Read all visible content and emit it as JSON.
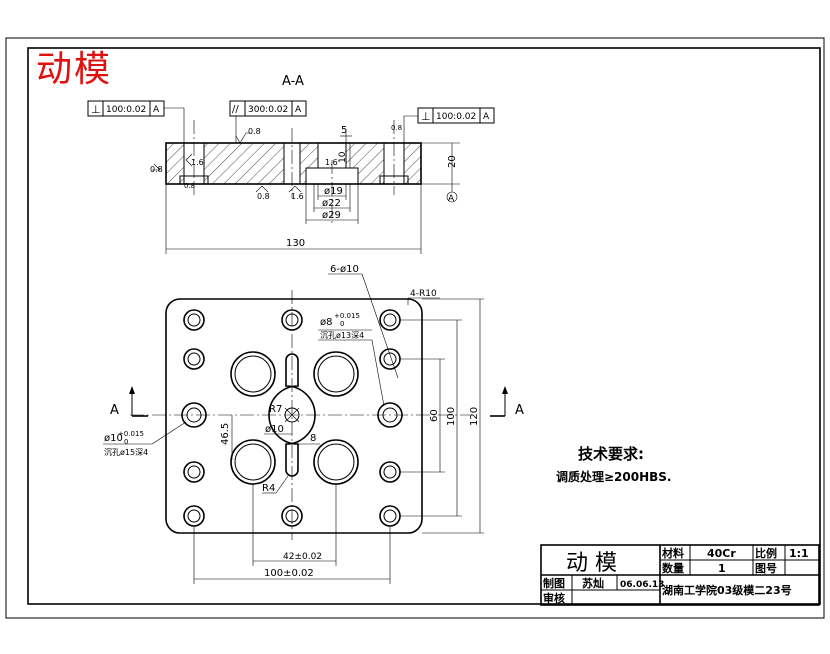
{
  "stamp": "动模",
  "section": {
    "label": "A-A",
    "fcf_left": [
      "⊥",
      "100:0.02",
      "A"
    ],
    "fcf_mid": [
      "//",
      "300:0.02",
      "A"
    ],
    "fcf_right": [
      "⊥",
      "100:0.02",
      "A"
    ],
    "dim_5": "5",
    "dim_20": "20",
    "dim_10": "10",
    "dim_d19": "ø19",
    "dim_d22": "ø22",
    "dim_d29": "ø29",
    "dim_130": "130",
    "datum": "A",
    "rough_08": "0.8",
    "rough_16": "1.6"
  },
  "plan": {
    "holes_note": "6-ø10",
    "chamfer_note": "4-R10",
    "bore_tol": "ø8",
    "bore_tol_up": "+0.015",
    "bore_tol_lo": "0",
    "bore_cb": "沉孔ø13深4",
    "left_tol": "ø10",
    "left_tol_up": "+0.015",
    "left_tol_lo": "0",
    "left_cb": "沉孔ø15深4",
    "r7": "R7",
    "d10": "ø10",
    "dim_8": "8",
    "r4": "R4",
    "dim_465": "46.5",
    "dim_60": "60",
    "dim_100v": "100",
    "dim_120": "120",
    "dim_42": "42±0.02",
    "dim_100h": "100±0.02",
    "section_mark": "A"
  },
  "notes": {
    "title": "技术要求:",
    "line1": "调质处理≥200HBS."
  },
  "titleblock": {
    "part": "动 模",
    "material_label": "材料",
    "material": "40Cr",
    "scale_label": "比例",
    "scale": "1:1",
    "qty_label": "数量",
    "qty": "1",
    "drawing_no_label": "图号",
    "drawn_label": "制图",
    "drawer": "苏灿",
    "date": "06.06.13",
    "checked_label": "审核",
    "school": "湖南工学院03级模二23号"
  }
}
